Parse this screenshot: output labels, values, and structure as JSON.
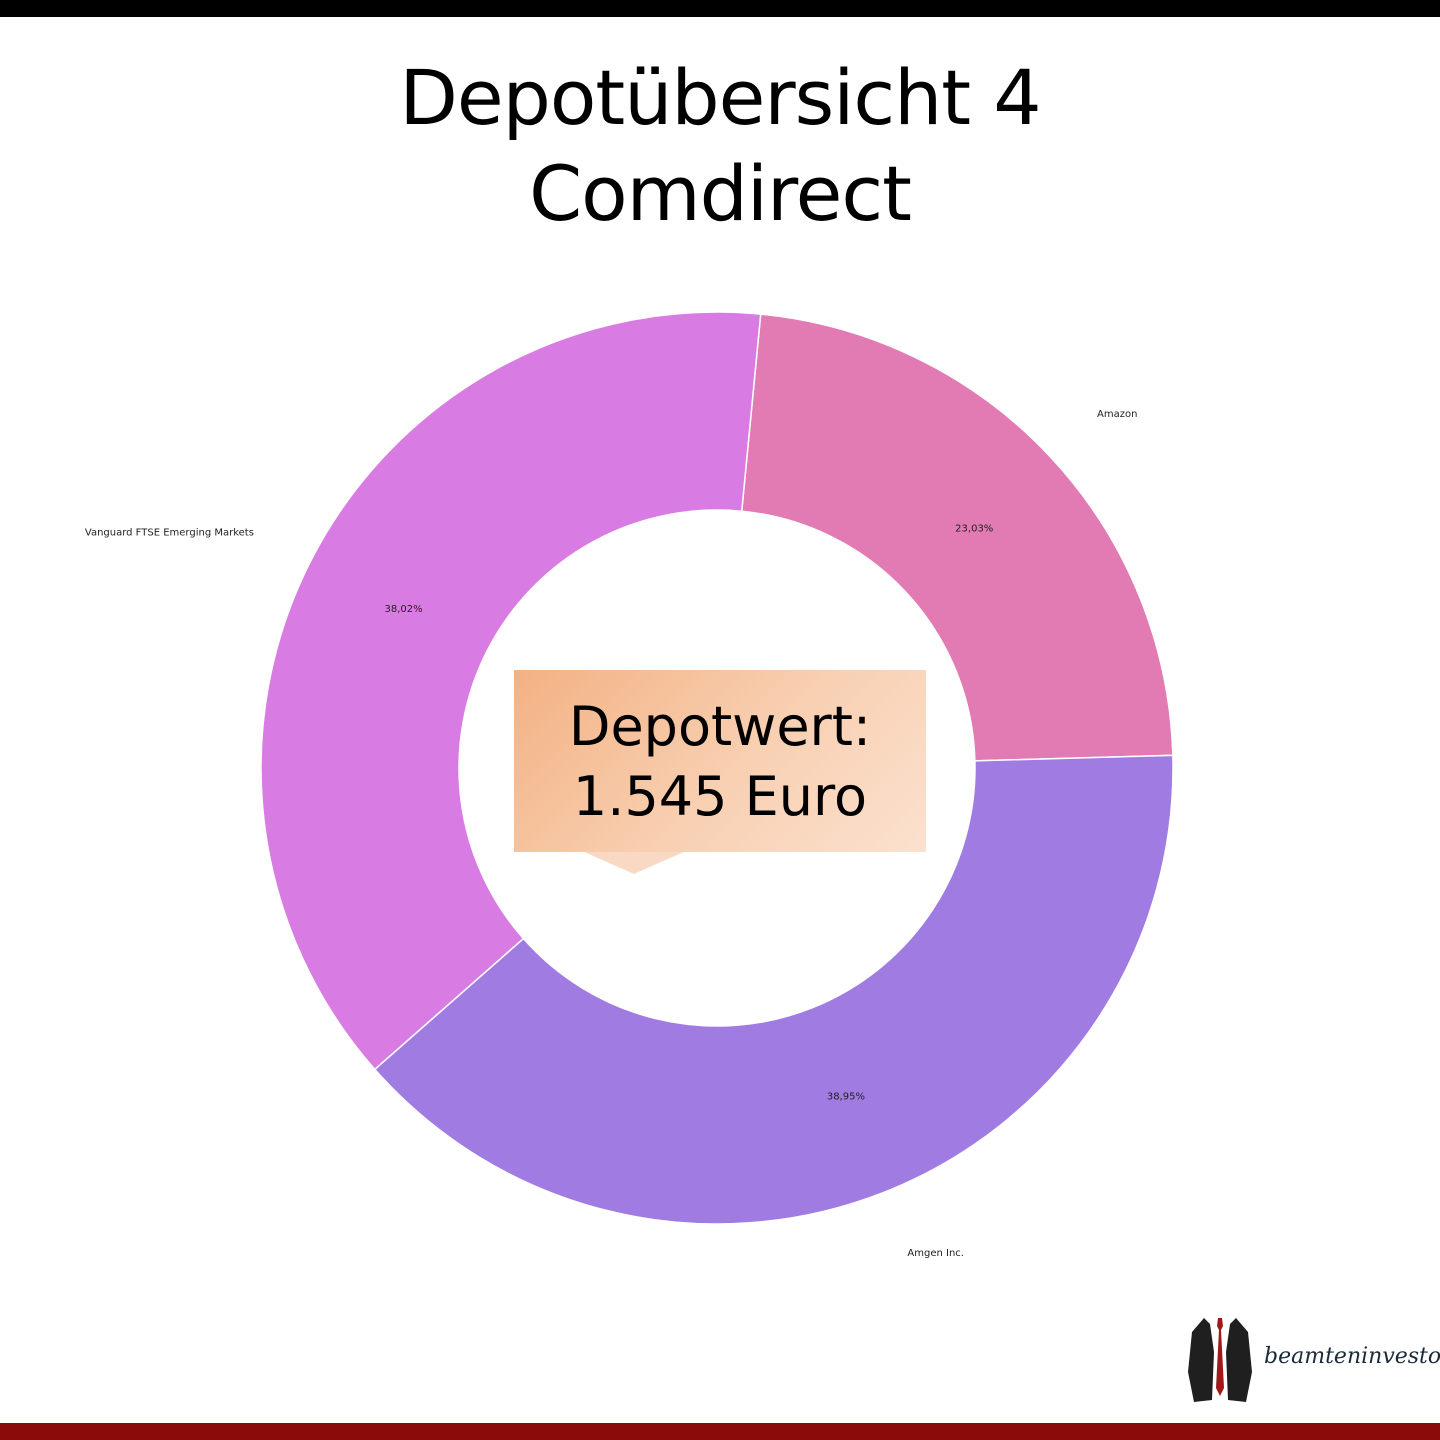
{
  "header": {
    "title_line1": "Depotübersicht 4",
    "title_line2": "Comdirect"
  },
  "callout": {
    "line1": "Depotwert:",
    "line2": "1.545 Euro"
  },
  "brand": {
    "name": "beamteninvestor",
    "top_bar_color": "#000000",
    "bottom_bar_color": "#8b0a0a"
  },
  "chart_data": {
    "type": "pie",
    "style": "donut",
    "categories": [
      "Amazon",
      "Amgen Inc.",
      "Vanguard FTSE Emerging Markets"
    ],
    "values": [
      23.03,
      38.95,
      38.02
    ],
    "value_labels": [
      "23,03%",
      "38,95%",
      "38,02%"
    ],
    "colors": [
      "#e27ab3",
      "#a07ce2",
      "#d87be2"
    ],
    "start_angle_deg": -84.5,
    "title": "",
    "legend": "none"
  }
}
